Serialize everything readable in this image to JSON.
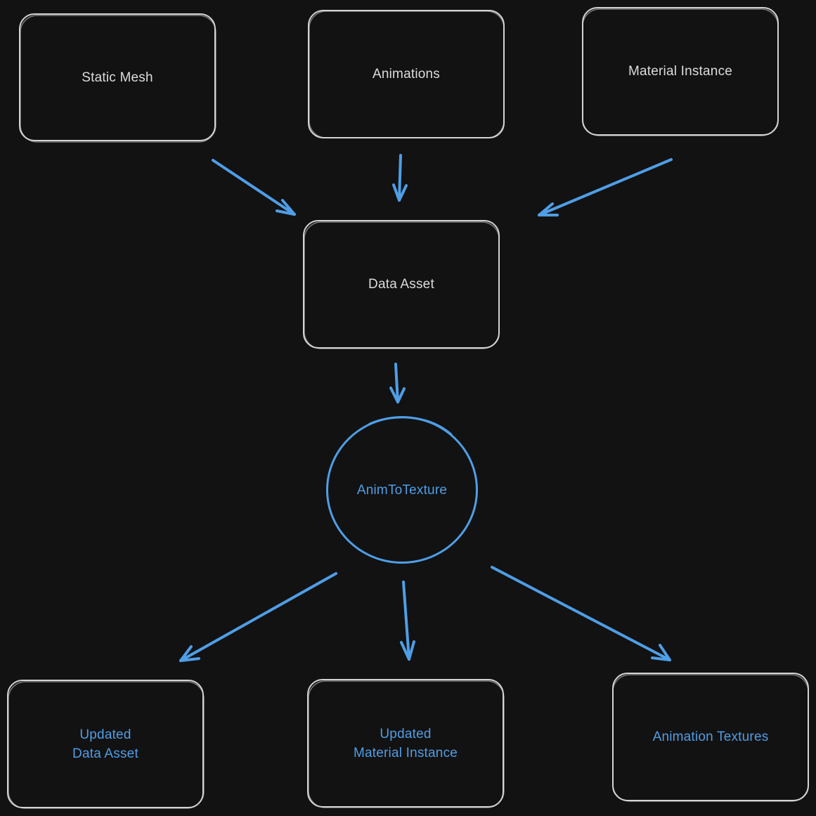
{
  "colors": {
    "background": "#121212",
    "box_stroke": "#d4d4d4",
    "input_text": "#dcdcdc",
    "accent": "#4f9ee6"
  },
  "inputs": {
    "static_mesh": "Static Mesh",
    "animations": "Animations",
    "material_instance": "Material Instance"
  },
  "hub": {
    "data_asset": "Data Asset"
  },
  "process": {
    "label": "AnimToTexture"
  },
  "outputs": {
    "updated_data_asset": "Updated\nData Asset",
    "updated_material_instance": "Updated\nMaterial Instance",
    "animation_textures": "Animation Textures"
  }
}
